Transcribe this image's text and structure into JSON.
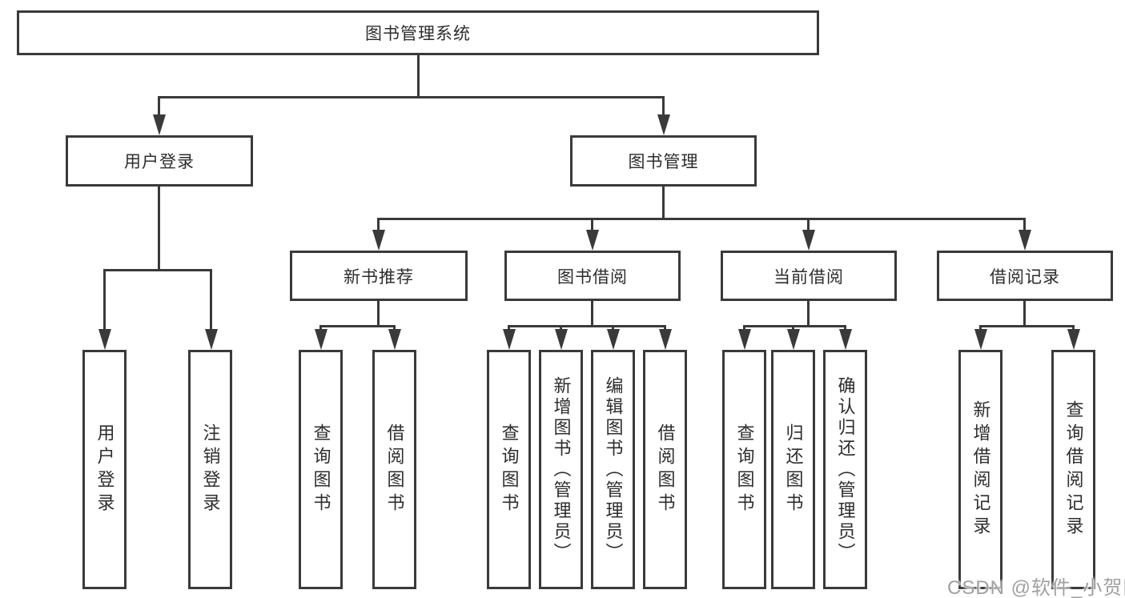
{
  "title": "图书管理系统",
  "branches": {
    "user": {
      "label": "用户登录",
      "children": [
        "用户登录",
        "注销登录"
      ]
    },
    "books": {
      "label": "图书管理",
      "sections": [
        {
          "label": "新书推荐",
          "children": [
            "查询图书",
            "借阅图书"
          ]
        },
        {
          "label": "图书借阅",
          "children": [
            "查询图书",
            "新增图书（管理员）",
            "编辑图书（管理员）",
            "借阅图书"
          ]
        },
        {
          "label": "当前借阅",
          "children": [
            "查询图书",
            "归还图书",
            "确认归还（管理员）"
          ]
        },
        {
          "label": "借阅记录",
          "children": [
            "新增借阅记录",
            "查询借阅记录"
          ]
        }
      ]
    }
  },
  "watermark": "CSDN @软件_小贺同学",
  "colors": {
    "line": "#3a3a3a",
    "text": "#2d2d2d",
    "watermark": "#a0a0a0"
  }
}
